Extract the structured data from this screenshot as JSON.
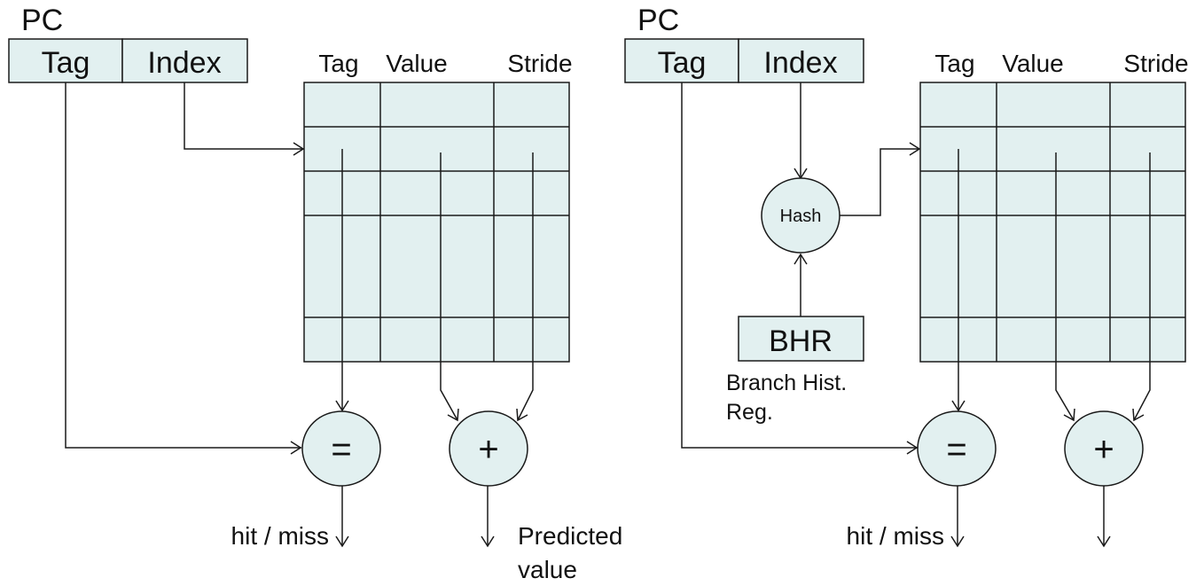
{
  "left": {
    "pc_label": "PC",
    "tag_label": "Tag",
    "index_label": "Index",
    "col_tag": "Tag",
    "col_value": "Value",
    "col_stride": "Stride",
    "compare_symbol": "=",
    "add_symbol": "+",
    "hit_miss": "hit / miss",
    "predicted_line1": "Predicted",
    "predicted_line2": "value"
  },
  "right": {
    "pc_label": "PC",
    "tag_label": "Tag",
    "index_label": "Index",
    "col_tag": "Tag",
    "col_value": "Value",
    "col_stride": "Stride",
    "hash_label": "Hash",
    "bhr_label": "BHR",
    "bhr_caption_line1": "Branch Hist.",
    "bhr_caption_line2": "Reg.",
    "compare_symbol": "=",
    "add_symbol": "+",
    "hit_miss": "hit / miss"
  },
  "colors": {
    "fill": "#e2f0f0",
    "stroke": "#1a1a1a"
  }
}
